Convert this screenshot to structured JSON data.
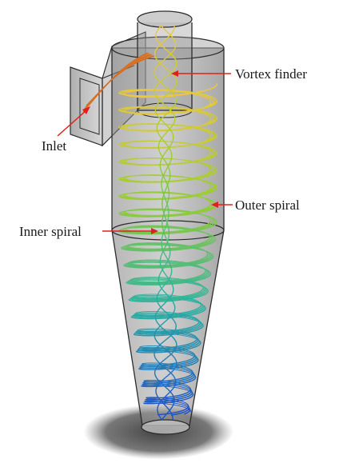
{
  "labels": {
    "vortex_finder": "Vortex finder",
    "inlet": "Inlet",
    "outer_spiral": "Outer spiral",
    "inner_spiral": "Inner spiral"
  },
  "colors": {
    "body_fill": "#9a9a9a",
    "body_stroke": "#2b2b2b",
    "arrow": "#e0201b",
    "shadow": "#3a3a3a",
    "spiral_top": "#f0c83a",
    "spiral_mid": "#9acd32",
    "spiral_low": "#2bb3a0",
    "spiral_bottom": "#1f4fc8",
    "inlet_stream": "#d2691e"
  }
}
